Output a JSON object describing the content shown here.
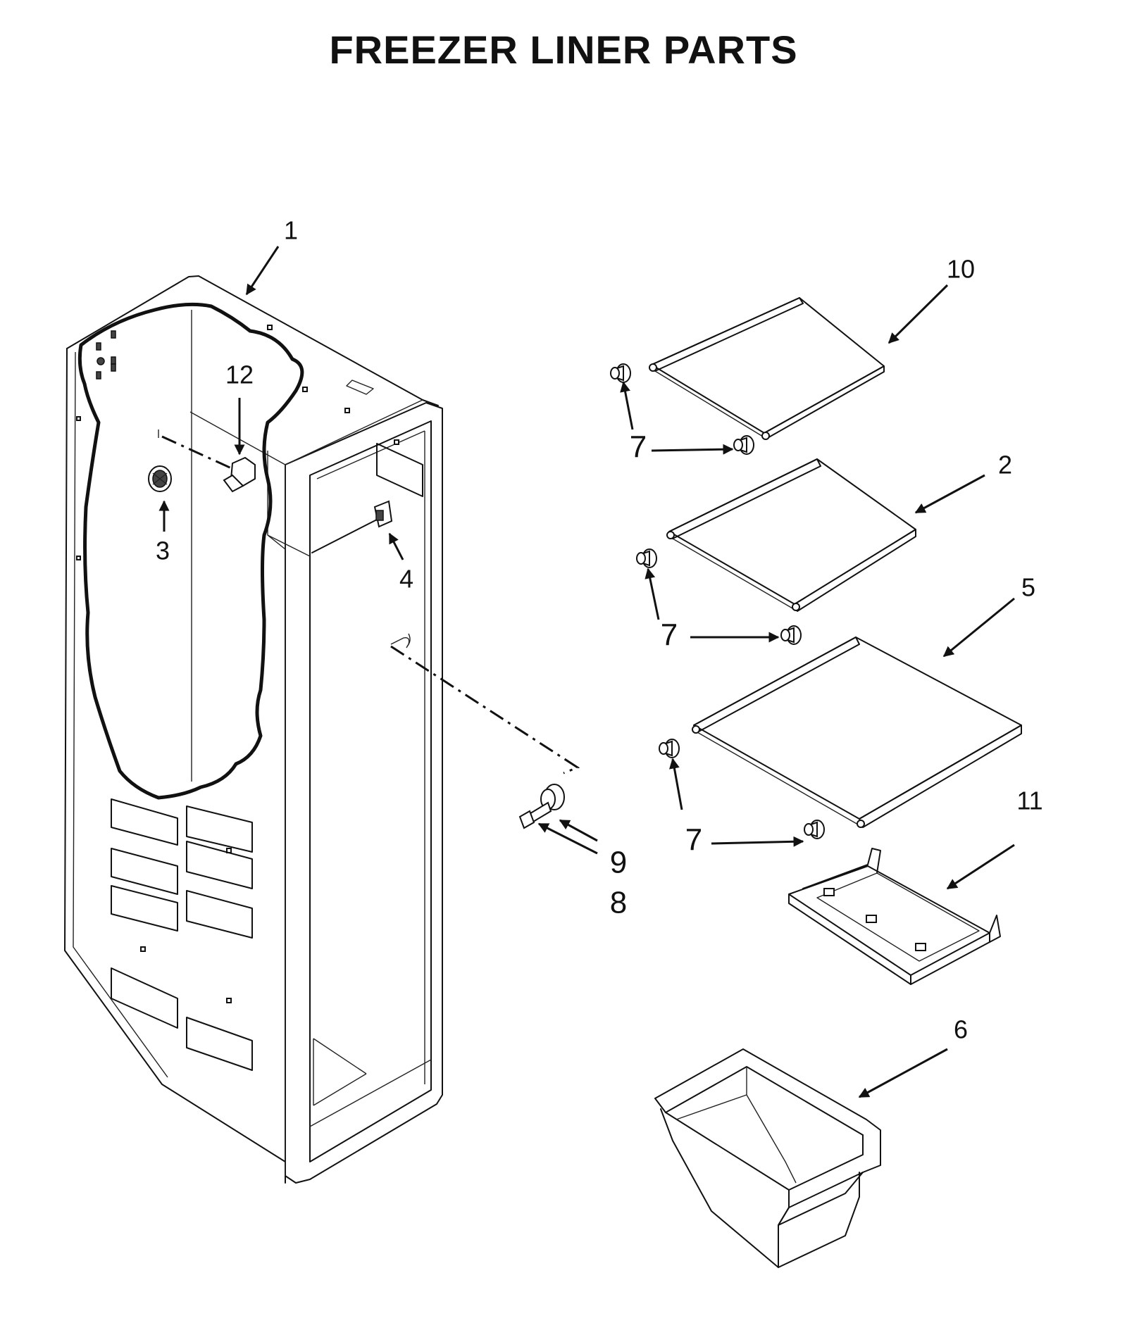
{
  "title": "FREEZER LINER PARTS",
  "callouts": {
    "c1": "1",
    "c2": "2",
    "c3": "3",
    "c4": "4",
    "c5": "5",
    "c6": "6",
    "c7": "7",
    "c8": "8",
    "c9": "9",
    "c10": "10",
    "c11": "11",
    "c12": "12"
  },
  "parts": [
    {
      "ref": "1",
      "name": "freezer-liner"
    },
    {
      "ref": "2",
      "name": "shelf"
    },
    {
      "ref": "3",
      "name": "light-socket"
    },
    {
      "ref": "4",
      "name": "switch"
    },
    {
      "ref": "5",
      "name": "shelf"
    },
    {
      "ref": "6",
      "name": "bin"
    },
    {
      "ref": "7",
      "name": "shelf-support"
    },
    {
      "ref": "8",
      "name": "screw"
    },
    {
      "ref": "9",
      "name": "washer"
    },
    {
      "ref": "10",
      "name": "shelf"
    },
    {
      "ref": "11",
      "name": "bracket-assembly"
    },
    {
      "ref": "12",
      "name": "bracket"
    }
  ]
}
